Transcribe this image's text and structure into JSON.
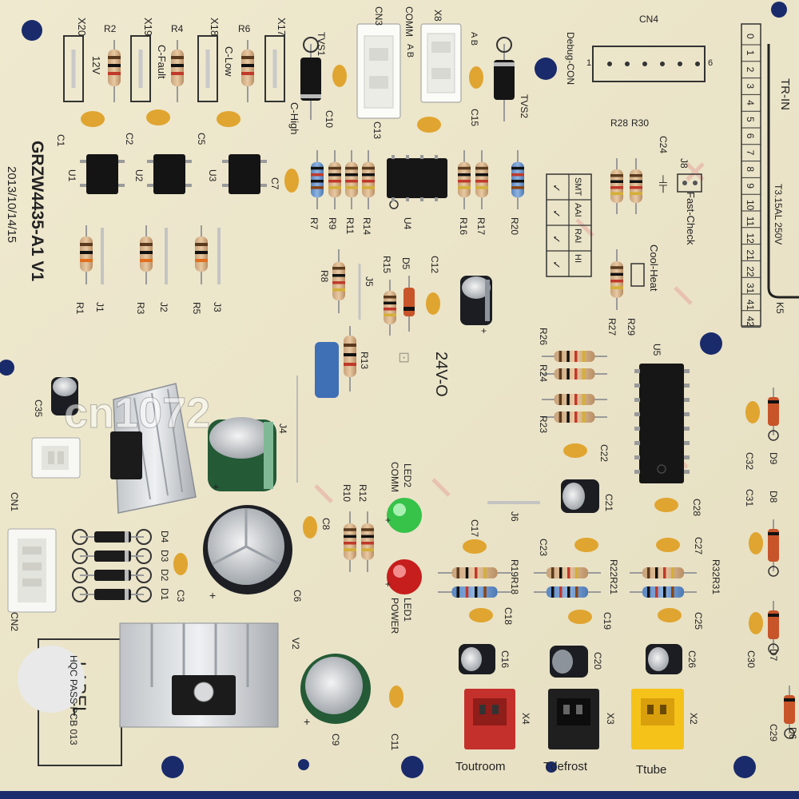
{
  "board": {
    "model": "GRZW4435-A1 V1",
    "date": "2013/10/14/15",
    "watermark": "cn1072"
  },
  "connectors": {
    "x20": "X20",
    "x19": "X19",
    "x18": "X18",
    "x17": "X17",
    "cn3": "CN3",
    "x8": "X8",
    "cn4": "CN4",
    "cn1": "CN1",
    "cn2": "CN2",
    "x4": "X4",
    "x3": "X3",
    "x2": "X2"
  },
  "labels": {
    "v12": "12V",
    "c_fault": "C-Fault",
    "c_low": "C-Low",
    "c_high": "C-High",
    "comm": "COMM",
    "ab1": "A B",
    "ab2": "A B",
    "debug_con": "Debug-CON",
    "pin1": "1",
    "pin6": "6",
    "tvs1": "TVS1",
    "tvs2": "TVS2",
    "tr_in": "TR-IN",
    "fuse": "T3.15AL 250V",
    "k5": "K5",
    "fast_check": "Fast-Check",
    "cool_heat": "Cool-Heat",
    "led2": "LED2",
    "comm_led": "COMM",
    "led1": "LED1",
    "power": "POWER",
    "toutroom": "Toutroom",
    "tdefrost": "Tdefrost",
    "ttube": "Ttube",
    "label_box": "LABEL",
    "pass_sticker": "HQC PASS PCB 013",
    "rating": "24V-O"
  },
  "terminal_numbers": [
    "0",
    "1",
    "2",
    "3",
    "4",
    "5",
    "6",
    "7",
    "8",
    "9",
    "10",
    "11",
    "12",
    "21",
    "22",
    "31",
    "41",
    "42"
  ],
  "config_table": {
    "headers": [
      "SMT",
      "AAI",
      "RAI",
      "HI"
    ],
    "marks": [
      "✓",
      "✓",
      "✓",
      "✓"
    ]
  },
  "components": {
    "r2": "R2",
    "r4": "R4",
    "r6": "R6",
    "c1": "C1",
    "c2": "C2",
    "c5": "C5",
    "u1": "U1",
    "u2": "U2",
    "u3": "U3",
    "u4": "U4",
    "u5": "U5",
    "r1": "R1",
    "j1": "J1",
    "r3": "R3",
    "j2": "J2",
    "r5": "R5",
    "j3": "J3",
    "c7": "C7",
    "r7": "R7",
    "r9": "R9",
    "r11": "R11",
    "r14": "R14",
    "r16": "R16",
    "r17": "R17",
    "r20": "R20",
    "c10": "C10",
    "c13": "C13",
    "c15": "C15",
    "r28": "R28",
    "r30": "R30",
    "c24": "C24",
    "j8": "J8",
    "r27": "R27",
    "r29": "R29",
    "r8": "R8",
    "j5": "J5",
    "r15": "R15",
    "d5": "D5",
    "c12": "C12",
    "r13": "R13",
    "r26": "R26",
    "r24": "R24",
    "r23": "R23",
    "c22": "C22",
    "c21": "C21",
    "j6": "J6",
    "c28": "C28",
    "c35": "C35",
    "j4": "J4",
    "c8": "C8",
    "r12": "R12",
    "r10": "R10",
    "c6": "C6",
    "d4": "D4",
    "d3": "D3",
    "d2": "D2",
    "d1": "D1",
    "c3": "C3",
    "v2": "V2",
    "c9": "C9",
    "c11": "C11",
    "c16": "C16",
    "c20": "C20",
    "c26": "C26",
    "c17": "C17",
    "c23": "C23",
    "c27": "C27",
    "r19": "R19",
    "r18": "R18",
    "r22": "R22",
    "r21": "R21",
    "r32": "R32",
    "r31": "R31",
    "c18": "C18",
    "c19": "C19",
    "c25": "C25",
    "c32": "C32",
    "d9": "D9",
    "c31": "C31",
    "d8": "D8",
    "c30": "C30",
    "d7": "D7",
    "c29": "C29",
    "d6": "D6"
  }
}
